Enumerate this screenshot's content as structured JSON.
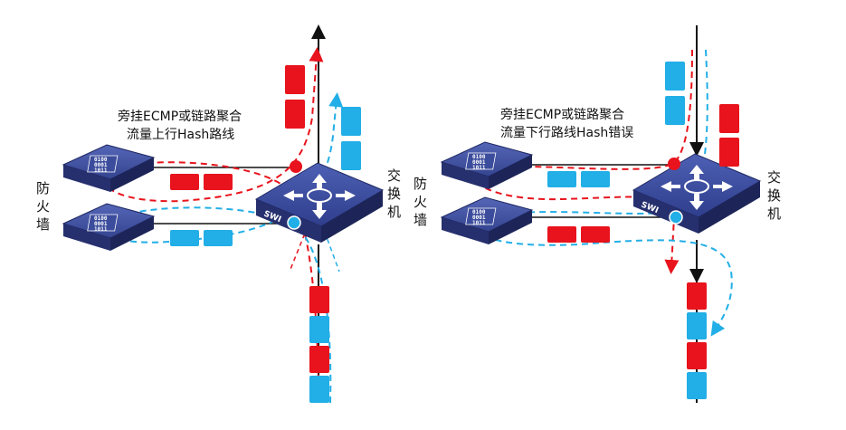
{
  "left": {
    "caption_line1": "旁挂ECMP或链路聚合",
    "caption_line2": "流量上行Hash路线",
    "firewall_label": [
      "防",
      "火",
      "墙"
    ],
    "switch_label": [
      "交",
      "换",
      "机"
    ],
    "device_bits": [
      "0100",
      "0001",
      "1011"
    ],
    "switch_badge": "SWI"
  },
  "right": {
    "caption_line1": "旁挂ECMP或链路聚合",
    "caption_line2": "流量下行路线Hash错误",
    "firewall_label": [
      "防",
      "火",
      "墙"
    ],
    "switch_label": [
      "交",
      "换",
      "机"
    ],
    "device_bits": [
      "0100",
      "0001",
      "1011"
    ],
    "switch_badge": "SWI"
  },
  "colors": {
    "red_packet": "#e8131c",
    "blue_packet": "#22aee6",
    "device_top": "#3d4fa0",
    "device_side": "#27306e",
    "line": "#111111"
  }
}
